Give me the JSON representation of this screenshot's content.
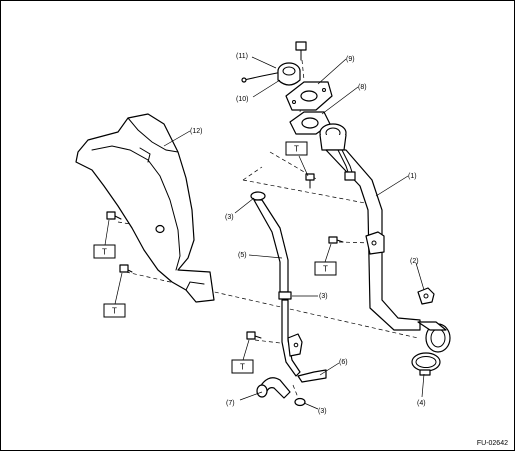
{
  "figure_id": "FU-02642",
  "callouts": {
    "c1": "(1)",
    "c2": "(2)",
    "c3a": "(3)",
    "c3b": "(3)",
    "c3c": "(3)",
    "c4": "(4)",
    "c5": "(5)",
    "c6": "(6)",
    "c7": "(7)",
    "c8": "(8)",
    "c9": "(9)",
    "c10": "(10)",
    "c11": "(11)",
    "c12": "(12)"
  },
  "torque_label": "T"
}
